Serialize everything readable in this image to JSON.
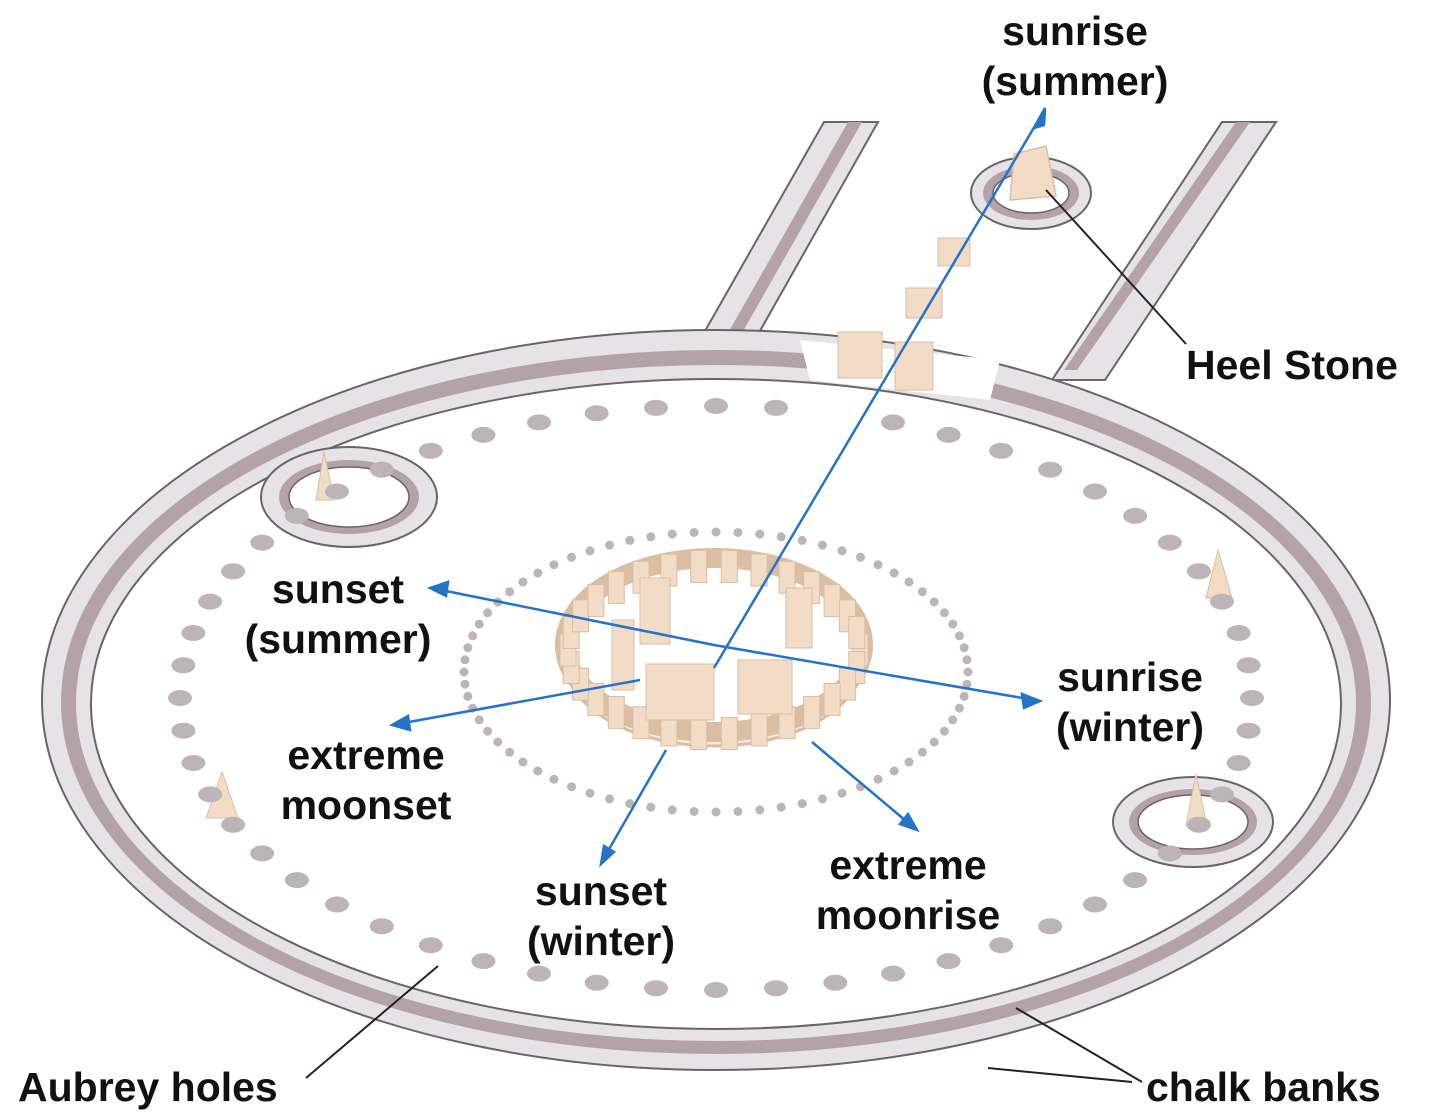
{
  "labels": {
    "sunrise_summer": [
      "sunrise",
      "(summer)"
    ],
    "heel_stone": "Heel Stone",
    "sunset_summer": [
      "sunset",
      "(summer)"
    ],
    "sunrise_winter": [
      "sunrise",
      "(winter)"
    ],
    "extreme_moonset": [
      "extreme",
      "moonset"
    ],
    "sunset_winter": [
      "sunset",
      "(winter)"
    ],
    "extreme_moonrise": [
      "extreme",
      "moonrise"
    ],
    "aubrey_holes": "Aubrey holes",
    "chalk_banks": "chalk banks"
  },
  "colors": {
    "bank_outer": "#e5e3e6",
    "bank_inner": "#b3a3a8",
    "outline": "#6a6468",
    "hole": "#bdb4b8",
    "stone": "#f2dcc6",
    "stone_shade": "#d9bea4",
    "line": "#2572c6",
    "leader": "#222222"
  }
}
